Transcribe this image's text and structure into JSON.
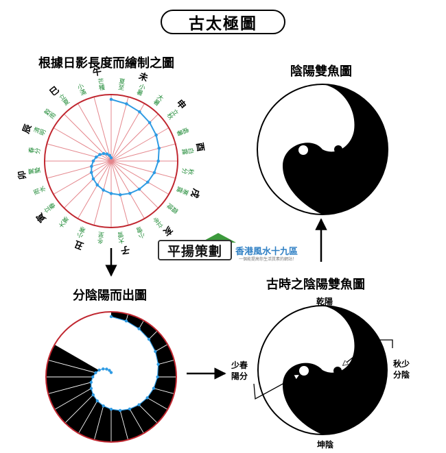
{
  "main_title": "古太極圖",
  "sun_diagram": {
    "title": "根據日影長度而繪制之圖",
    "branches": [
      "午",
      "未",
      "申",
      "酉",
      "戌",
      "亥",
      "子",
      "丑",
      "寅",
      "卯",
      "辰",
      "巳"
    ],
    "solar_terms": [
      "夏至",
      "小暑",
      "大暑",
      "立秋",
      "處暑",
      "白露",
      "秋分",
      "寒露",
      "霜降",
      "立冬",
      "小雪",
      "大雪",
      "冬至",
      "小寒",
      "大寒",
      "立春",
      "雨水",
      "驚蟄",
      "春分",
      "清明",
      "穀雨",
      "立夏",
      "小滿",
      "芒種"
    ]
  },
  "fish_diagram": {
    "title": "陰陽雙魚圖"
  },
  "split_diagram": {
    "title": "分陰陽而出圖"
  },
  "ancient_diagram": {
    "title": "古時之陰陽雙魚圖",
    "top_label": "乾陽",
    "bottom_label": "坤陰",
    "left_label": "少春陽分",
    "right_label": "秋少分陰"
  },
  "watermark": {
    "brand": "平揚策劃",
    "name": "香港風水十九區",
    "tagline": "一個能提高你生活質素的網站！"
  },
  "colors": {
    "circle_red": "#c0262f",
    "spoke_red": "#e4868c",
    "spiral_blue": "#2f9be3",
    "term_green": "#1f8a36",
    "fill_black": "#000000"
  }
}
